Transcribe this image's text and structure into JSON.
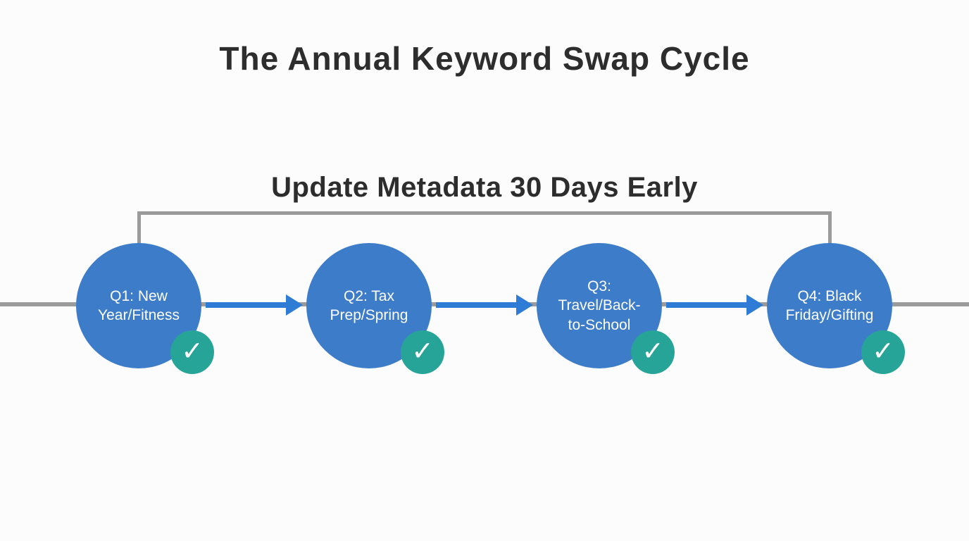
{
  "title": "The Annual Keyword Swap Cycle",
  "callout": {
    "label": "Update Metadata 30 Days Early"
  },
  "icons": {
    "check": "✓"
  },
  "colors": {
    "node_blue": "#3d7cc9",
    "arrow_blue": "#2e7cd6",
    "check_teal": "#27a498",
    "line_gray": "#9b9b9b",
    "text_dark": "#2d2d2d"
  },
  "nodes": [
    {
      "id": "q1",
      "label": "Q1: New\nYear/Fitness",
      "checked": true
    },
    {
      "id": "q2",
      "label": "Q2: Tax\nPrep/Spring",
      "checked": true
    },
    {
      "id": "q3",
      "label": "Q3:\nTravel/Back-\nto-School",
      "checked": true
    },
    {
      "id": "q4",
      "label": "Q4: Black\nFriday/Gifting",
      "checked": true
    }
  ]
}
